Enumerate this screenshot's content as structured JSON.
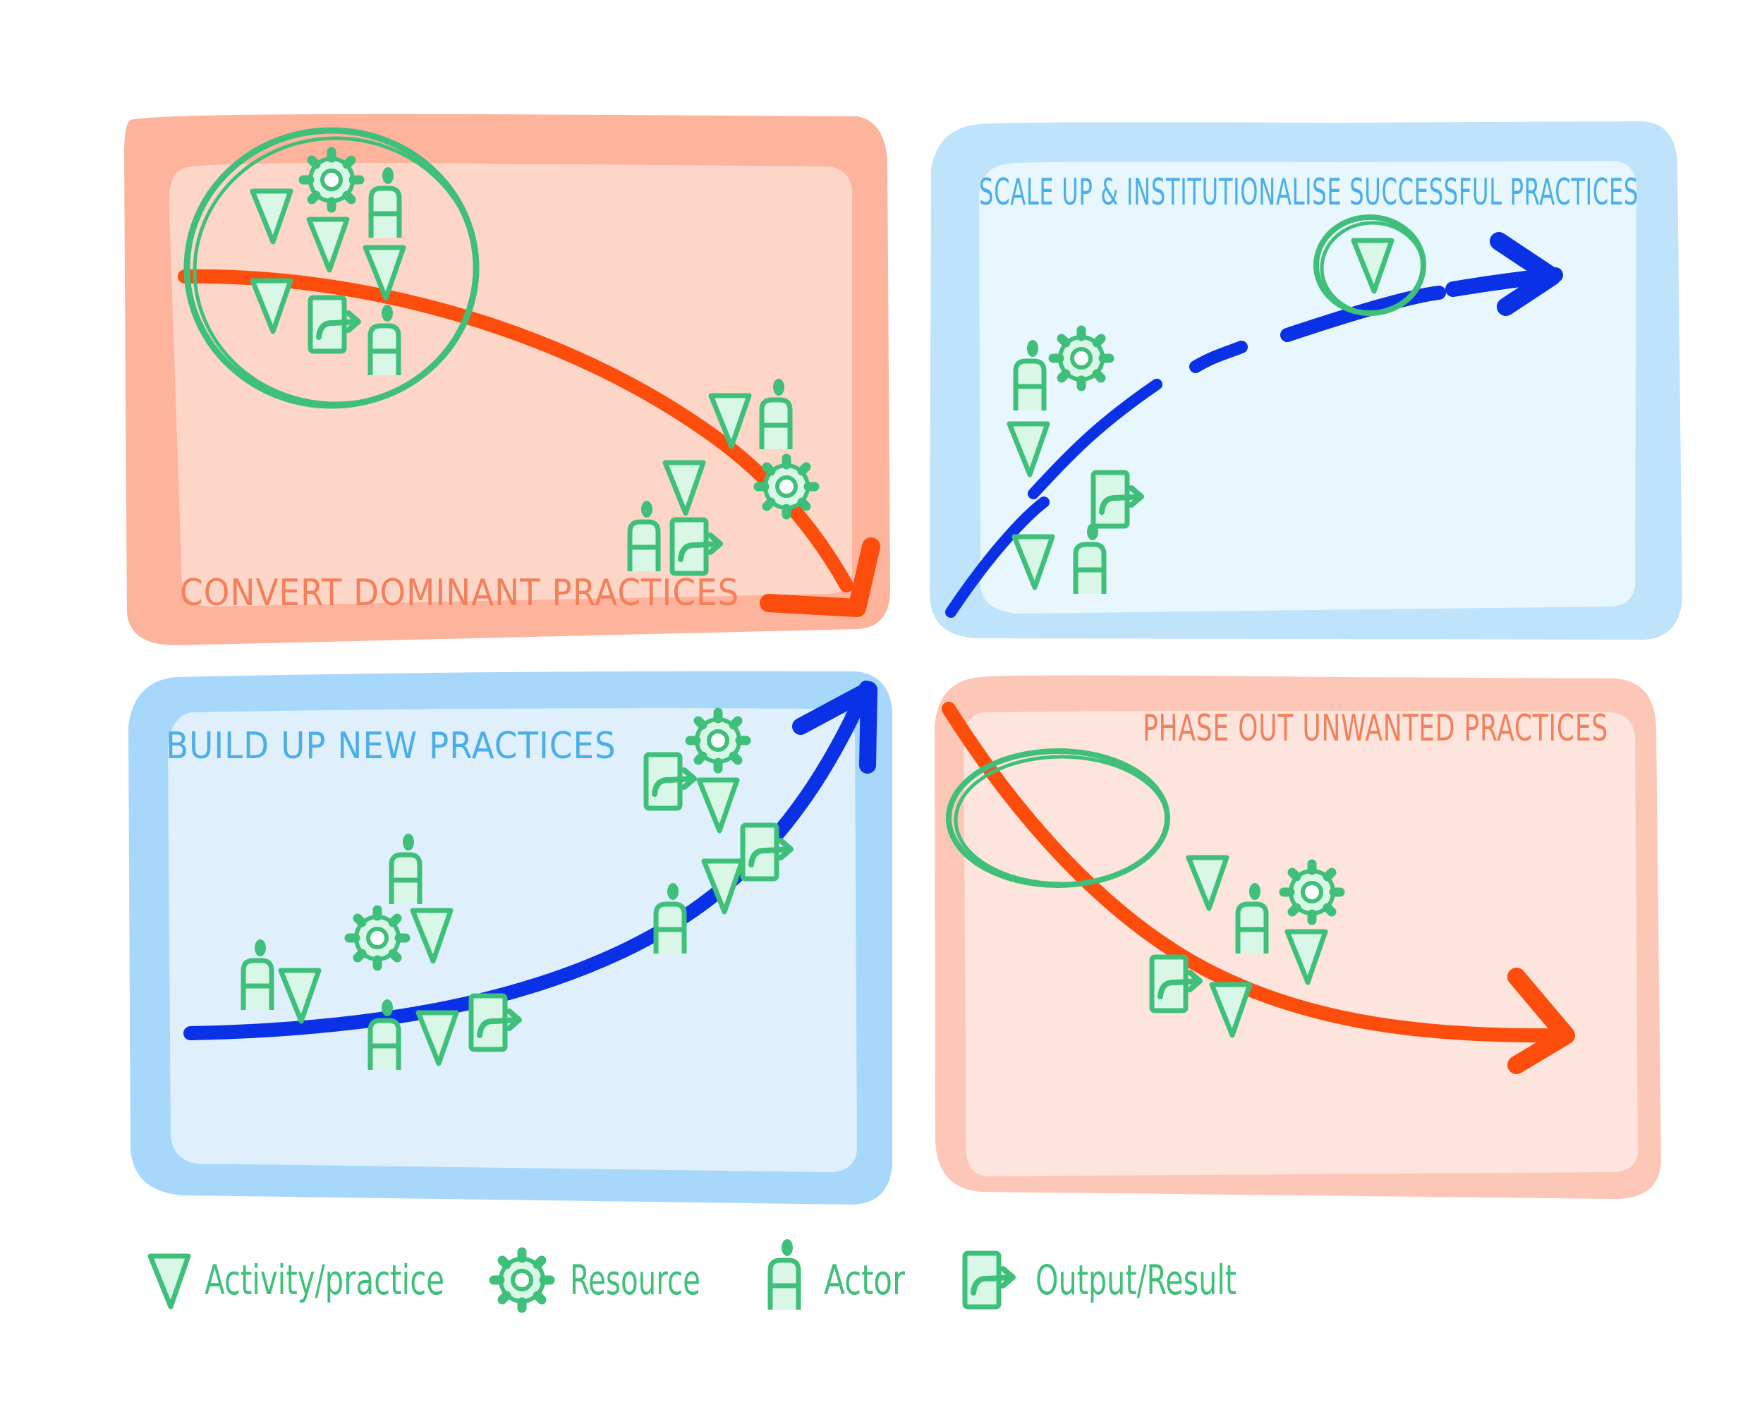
{
  "colors": {
    "orange_outer": "#fdb39c",
    "orange_inner": "#fdd6c8",
    "orange_outer_light": "#fdc7b8",
    "orange_inner_light": "#fde4dc",
    "blue_outer": "#bfe3fb",
    "blue_inner": "#e8f6fd",
    "blue_outer_strong": "#a7d8fb",
    "blue_inner_strong": "#dff0fc",
    "arrow_orange": "#fd4d0c",
    "arrow_blue": "#0a31e6",
    "icon_green": "#3fc07a",
    "icon_fill": "#d8f7e6",
    "title_orange": "#f47f5a",
    "title_blue": "#4aaee8"
  },
  "panels": {
    "convert": {
      "title": "CONVERT DOMINANT PRACTICES"
    },
    "scale": {
      "title": "SCALE UP & INSTITUTIONALISE SUCCESSFUL PRACTICES"
    },
    "build": {
      "title": "BUILD UP NEW PRACTICES"
    },
    "phase": {
      "title": "PHASE OUT UNWANTED PRACTICES"
    }
  },
  "legend": {
    "activity": {
      "label": "Activity/practice",
      "icon": "triangle-icon"
    },
    "resource": {
      "label": "Resource",
      "icon": "gear-icon"
    },
    "actor": {
      "label": "Actor",
      "icon": "person-icon"
    },
    "output": {
      "label": "Output/Result",
      "icon": "output-icon"
    }
  }
}
